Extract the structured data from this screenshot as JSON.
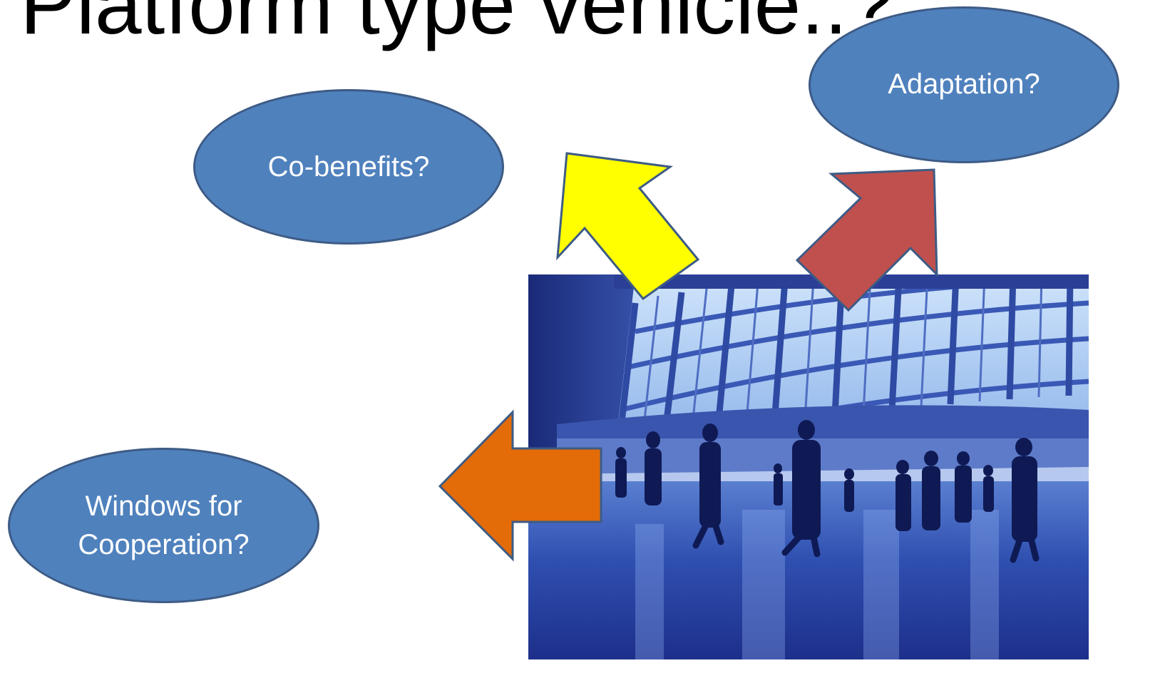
{
  "slide": {
    "title": "Platform type vehicle..?"
  },
  "bubbles": {
    "cobenefits": {
      "text": "Co-benefits?",
      "color": "#4f81bd"
    },
    "adaptation": {
      "text": "Adaptation?",
      "color": "#4f81bd"
    },
    "windows": {
      "line1": "Windows for",
      "line2": "Cooperation?",
      "color": "#4f81bd"
    }
  },
  "arrows": {
    "yellow": {
      "color": "#ffff00",
      "direction": "up-left"
    },
    "red": {
      "color": "#c0504d",
      "direction": "up-right"
    },
    "orange": {
      "color": "#e36c09",
      "direction": "left"
    }
  },
  "photo": {
    "subject": "people walking through airport terminal with large glass windows"
  }
}
